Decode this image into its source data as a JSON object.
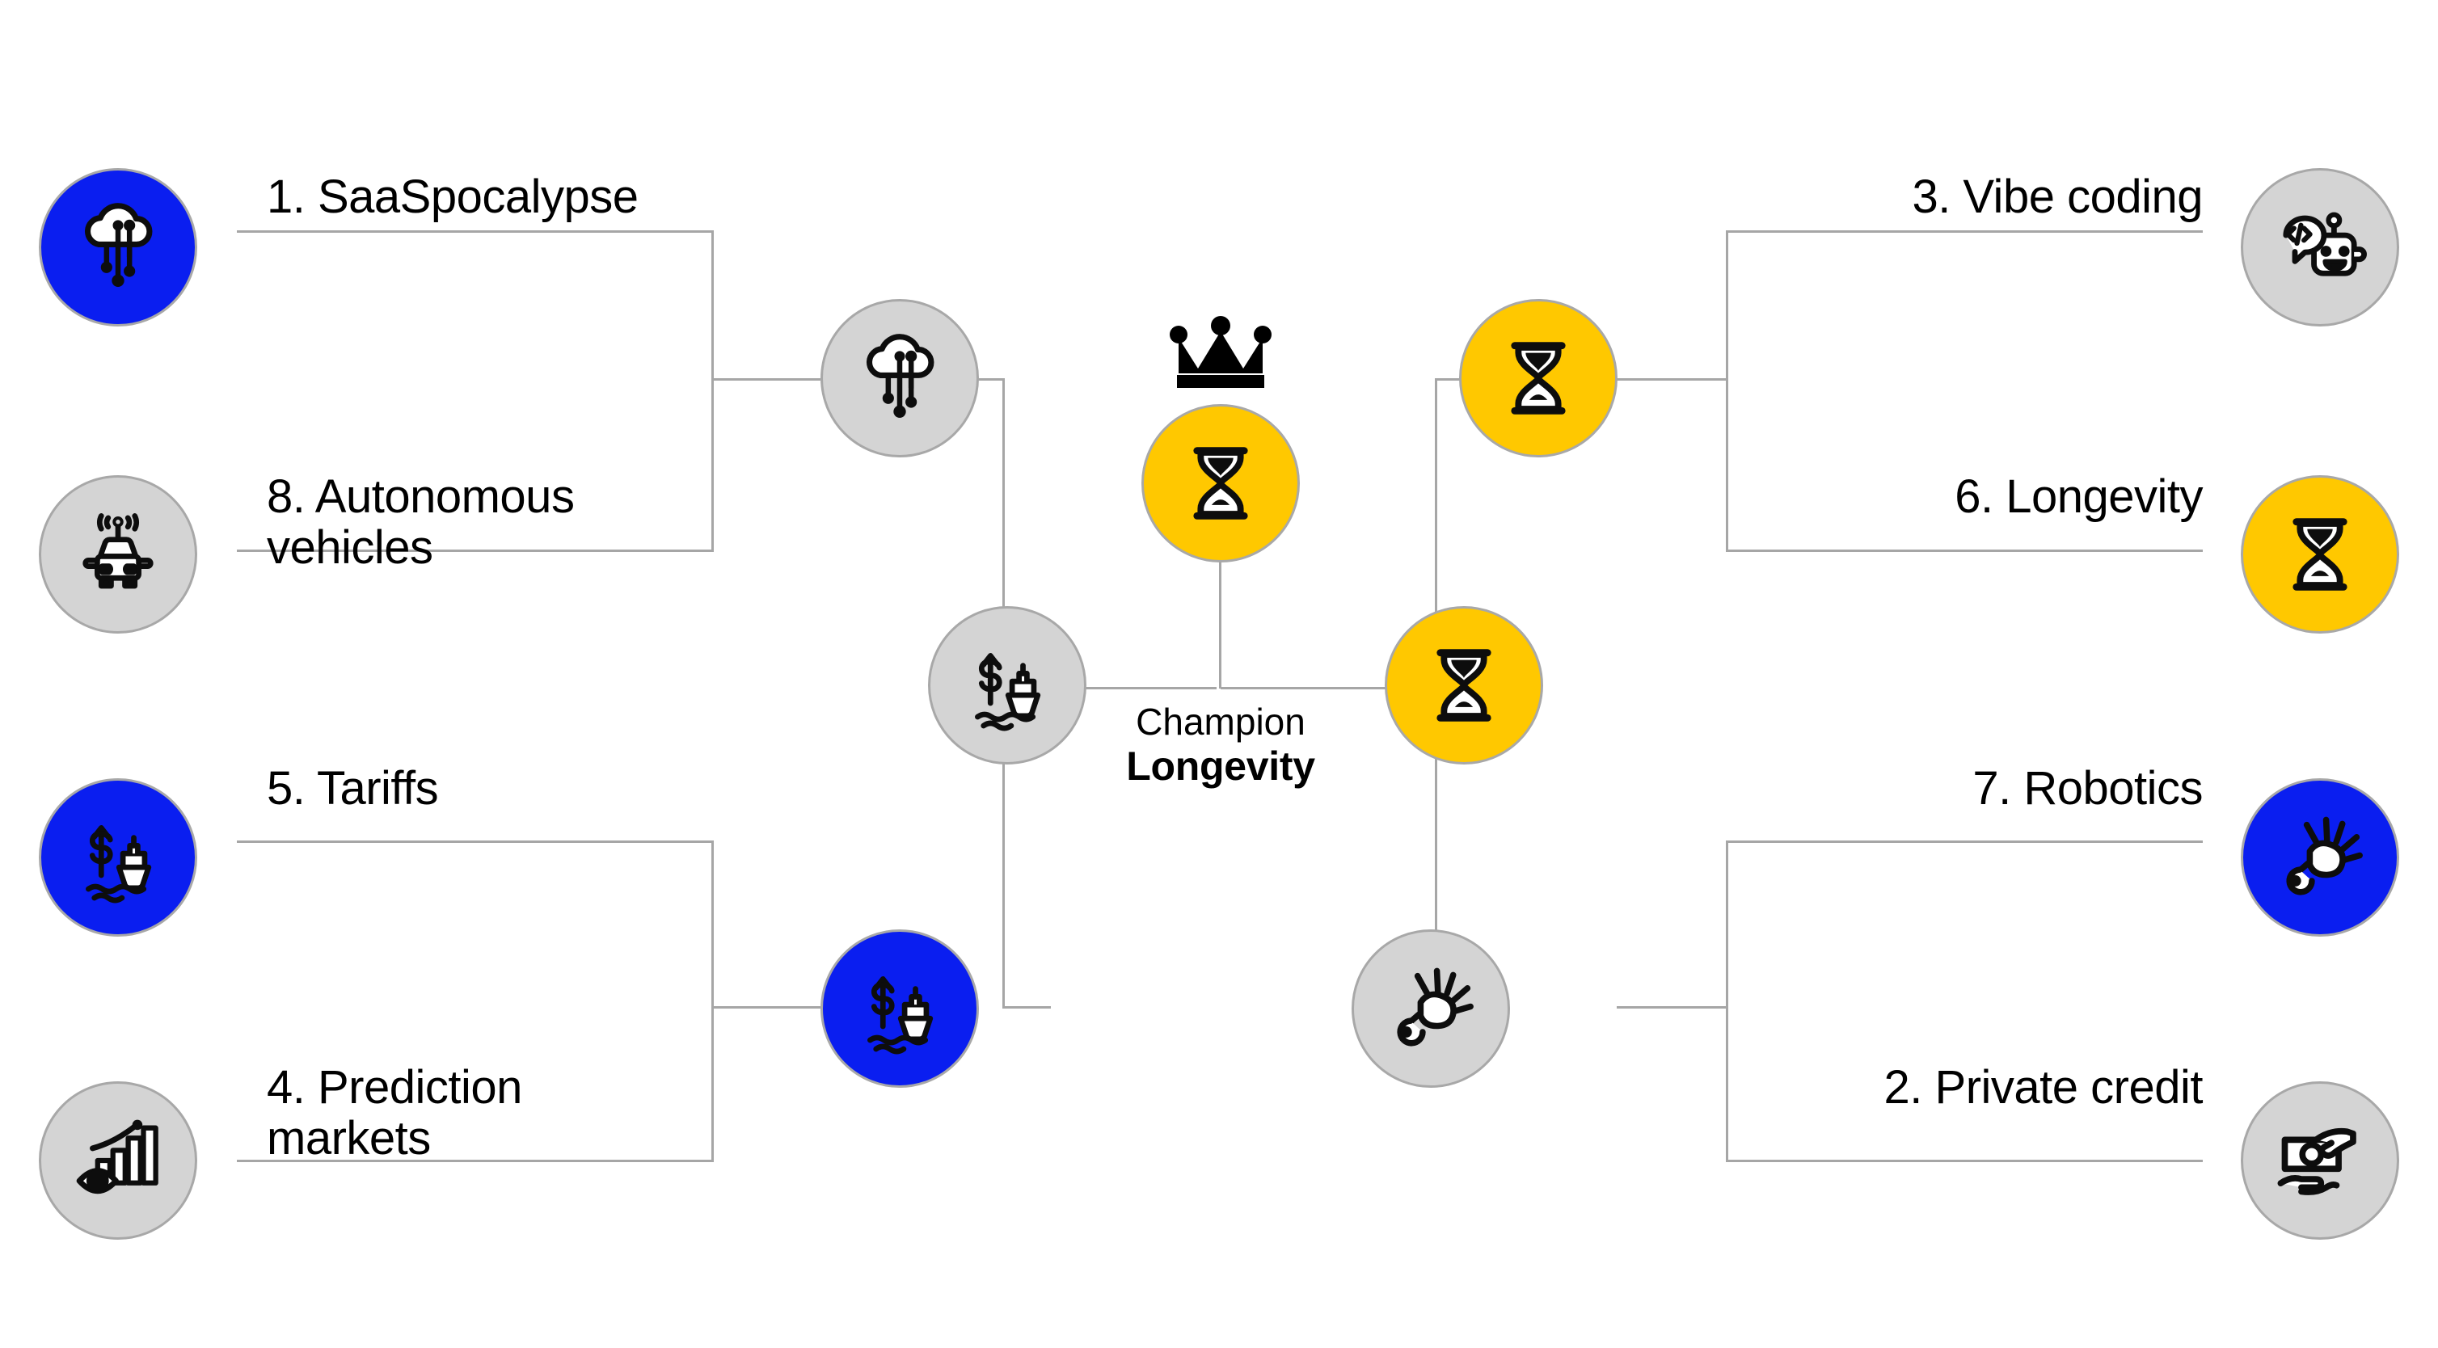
{
  "bracket": {
    "title": "Tournament bracket",
    "champion": {
      "title_label": "Champion",
      "name": "Longevity",
      "icon": "hourglass-icon",
      "crown_icon": "crown-icon",
      "color": "#FFC800"
    },
    "colors": {
      "blue": "#0A1EF0",
      "yellow": "#FFC800",
      "gray": "#D4D4D4",
      "line": "#A6A6A6",
      "border": "#A8A8A8",
      "text": "#000000",
      "background": "#FFFFFF"
    },
    "left_side": {
      "round1": [
        {
          "seed": "1",
          "label": "1. SaaSpocalypse",
          "icon": "cloud-network-icon",
          "color": "#0A1EF0",
          "status": "winner"
        },
        {
          "seed": "8",
          "label": "8. Autonomous\nvehicles",
          "icon": "autonomous-car-icon",
          "color": "#D4D4D4",
          "status": "loser"
        },
        {
          "seed": "5",
          "label": "5. Tariffs",
          "icon": "dollar-ship-icon",
          "color": "#0A1EF0",
          "status": "winner"
        },
        {
          "seed": "4",
          "label": "4. Prediction\nmarkets",
          "icon": "eye-barchart-icon",
          "color": "#D4D4D4",
          "status": "loser"
        }
      ],
      "round2": [
        {
          "label": "SaaSpocalypse",
          "icon": "cloud-network-icon",
          "color": "#D4D4D4",
          "status": "loser"
        },
        {
          "label": "Tariffs",
          "icon": "dollar-ship-icon",
          "color": "#0A1EF0",
          "status": "winner"
        }
      ],
      "round3": [
        {
          "label": "Tariffs",
          "icon": "dollar-ship-icon",
          "color": "#D4D4D4",
          "status": "loser"
        }
      ]
    },
    "right_side": {
      "round1": [
        {
          "seed": "3",
          "label": "3. Vibe coding",
          "icon": "robot-code-icon",
          "color": "#D4D4D4",
          "status": "loser"
        },
        {
          "seed": "6",
          "label": "6. Longevity",
          "icon": "hourglass-icon",
          "color": "#FFC800",
          "status": "winner"
        },
        {
          "seed": "7",
          "label": "7. Robotics",
          "icon": "robot-hand-icon",
          "color": "#0A1EF0",
          "status": "winner"
        },
        {
          "seed": "2",
          "label": "2. Private credit",
          "icon": "cash-hands-icon",
          "color": "#D4D4D4",
          "status": "loser"
        }
      ],
      "round2": [
        {
          "label": "Longevity",
          "icon": "hourglass-icon",
          "color": "#FFC800",
          "status": "winner"
        },
        {
          "label": "Robotics",
          "icon": "robot-hand-icon",
          "color": "#D4D4D4",
          "status": "loser"
        }
      ],
      "round3": [
        {
          "label": "Longevity",
          "icon": "hourglass-icon",
          "color": "#FFC800",
          "status": "winner"
        }
      ]
    }
  }
}
